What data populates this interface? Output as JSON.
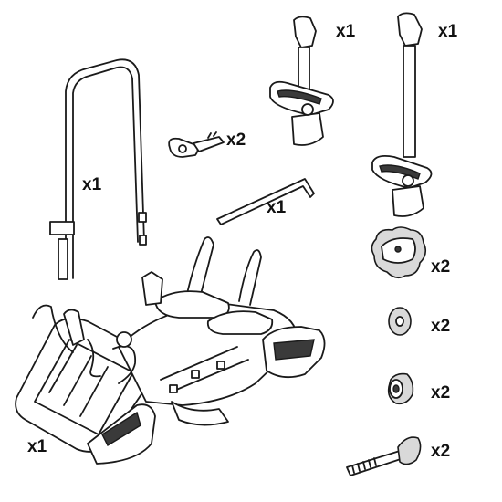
{
  "parts": [
    {
      "name": "frame-arm",
      "quantity": "x1"
    },
    {
      "name": "lock-key",
      "quantity": "x2"
    },
    {
      "name": "short-wheel-holder-arm",
      "quantity": "x1"
    },
    {
      "name": "long-wheel-holder-arm",
      "quantity": "x1"
    },
    {
      "name": "hex-key",
      "quantity": "x1"
    },
    {
      "name": "star-knob",
      "quantity": "x2"
    },
    {
      "name": "washer",
      "quantity": "x2"
    },
    {
      "name": "spacer",
      "quantity": "x2"
    },
    {
      "name": "bolt",
      "quantity": "x2"
    },
    {
      "name": "bike-carrier",
      "quantity": "x1"
    }
  ]
}
